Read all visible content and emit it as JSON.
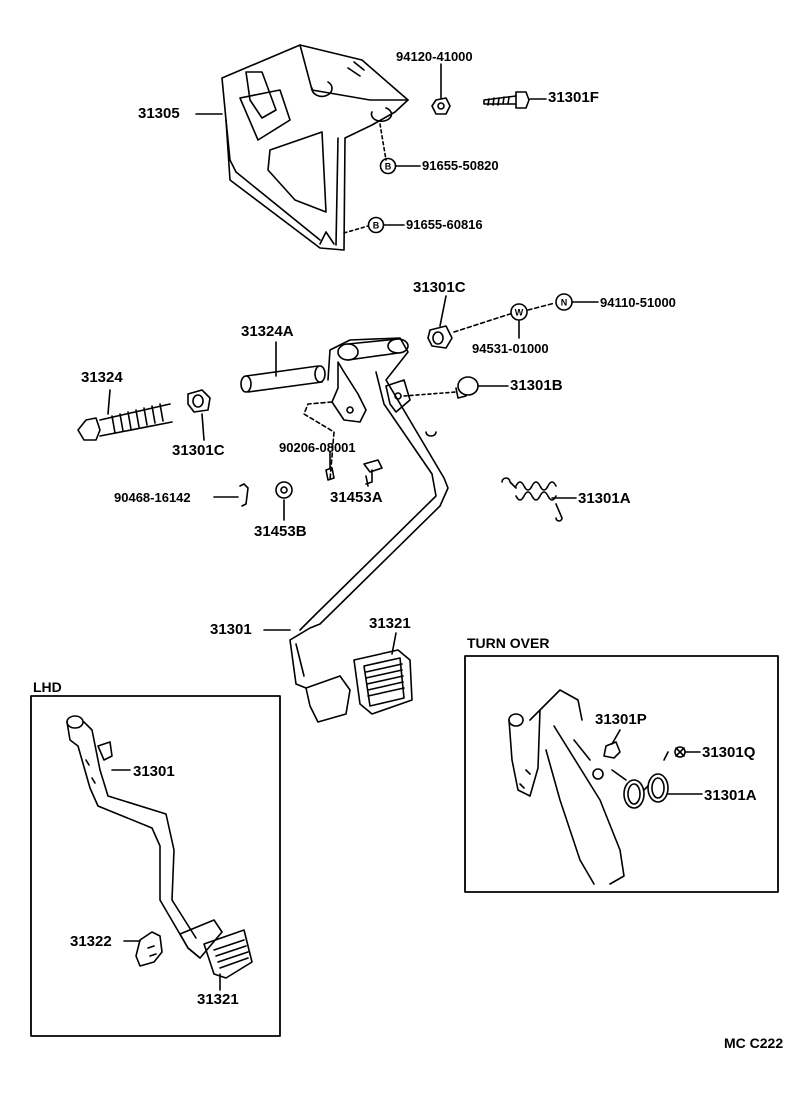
{
  "labels": {
    "p94120_41000": "94120-41000",
    "p31301F": "31301F",
    "p31305": "31305",
    "p91655_50820": "91655-50820",
    "p91655_60816": "91655-60816",
    "p31301C_top": "31301C",
    "p94110_51000": "94110-51000",
    "p94531_01000": "94531-01000",
    "p31324A": "31324A",
    "p31324": "31324",
    "p31301B": "31301B",
    "p31301C_mid": "31301C",
    "p90206_08001": "90206-08001",
    "p31453A": "31453A",
    "p90468_16142": "90468-16142",
    "p31453B": "31453B",
    "p31301A": "31301A",
    "p31301": "31301",
    "p31321": "31321",
    "lhd_31301": "31301",
    "lhd_31322": "31322",
    "lhd_31321": "31321",
    "to_31301P": "31301P",
    "to_31301Q": "31301Q",
    "to_31301A": "31301A"
  },
  "callouts": {
    "B1": "B",
    "B2": "B",
    "N": "N",
    "W": "W"
  },
  "panels": {
    "lhd_title": "LHD",
    "turnover_title": "TURN OVER"
  },
  "footer": {
    "code": "MC C222"
  }
}
